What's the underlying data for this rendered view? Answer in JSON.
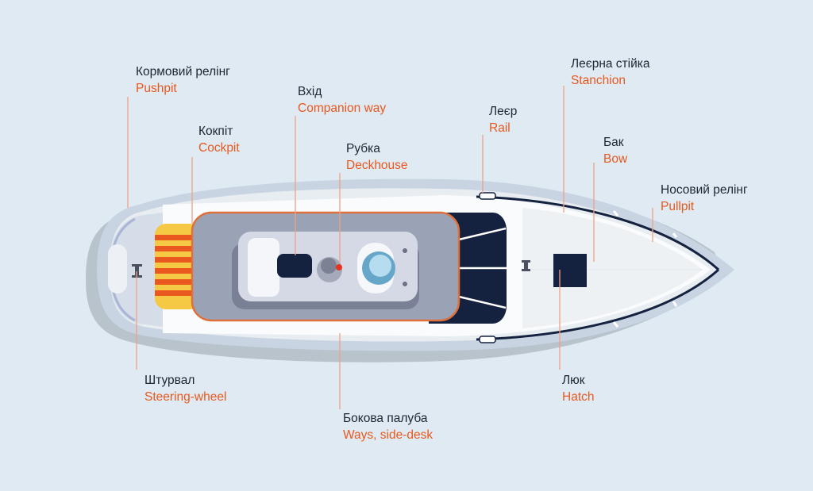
{
  "colors": {
    "background": "#dfeaf2",
    "accent_orange": "#e8581f",
    "navy": "#14223f",
    "leader_line": "#f0a184",
    "text_dark": "#1e2533"
  },
  "labels": {
    "pushpit": {
      "ua": "Кормовий релінг",
      "en": "Pushpit"
    },
    "companion": {
      "ua": "Вхід",
      "en": "Companion way"
    },
    "cockpit": {
      "ua": "Кокпіт",
      "en": "Cockpit"
    },
    "deckhouse": {
      "ua": "Рубка",
      "en": "Deckhouse"
    },
    "rail": {
      "ua": "Леєр",
      "en": "Rail"
    },
    "stanchion": {
      "ua": "Леєрна стійка",
      "en": "Stanchion"
    },
    "bow": {
      "ua": "Бак",
      "en": "Bow"
    },
    "pullpit": {
      "ua": "Носовий релінг",
      "en": "Pullpit"
    },
    "steering": {
      "ua": "Штурвал",
      "en": "Steering-wheel"
    },
    "sidedeck": {
      "ua": "Бокова палуба",
      "en": "Ways, side-desk"
    },
    "hatch": {
      "ua": "Люк",
      "en": "Hatch"
    }
  }
}
